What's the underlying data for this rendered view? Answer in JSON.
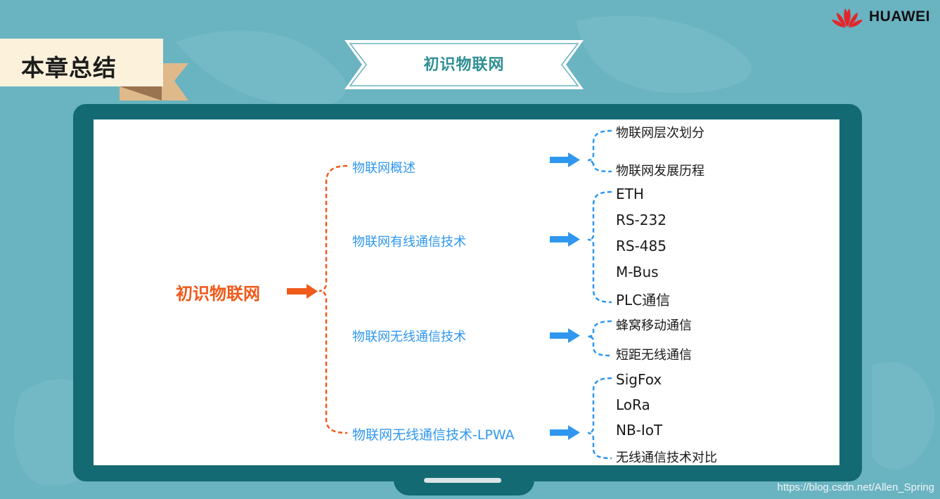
{
  "brand": {
    "name": "HUAWEI",
    "logo_icon": "huawei-petal-logo",
    "logo_color": "#e3252c"
  },
  "chapter": {
    "title": "本章总结"
  },
  "banner": {
    "title": "初识物联网"
  },
  "mindmap": {
    "root": "初识物联网",
    "root_color": "#f05a1a",
    "branch_color": "#2f97f0",
    "branches": [
      {
        "label": "物联网概述",
        "children": [
          "物联网层次划分",
          "物联网发展历程"
        ]
      },
      {
        "label": "物联网有线通信技术",
        "children": [
          "ETH",
          "RS-232",
          "RS-485",
          "M-Bus",
          "PLC通信"
        ]
      },
      {
        "label": "物联网无线通信技术",
        "children": [
          "蜂窝移动通信",
          "短距无线通信"
        ]
      },
      {
        "label": "物联网无线通信技术-LPWA",
        "children": [
          "SigFox",
          "LoRa",
          "NB-IoT",
          "无线通信技术对比"
        ]
      }
    ]
  },
  "watermark": "https://blog.csdn.net/Allen_Spring"
}
